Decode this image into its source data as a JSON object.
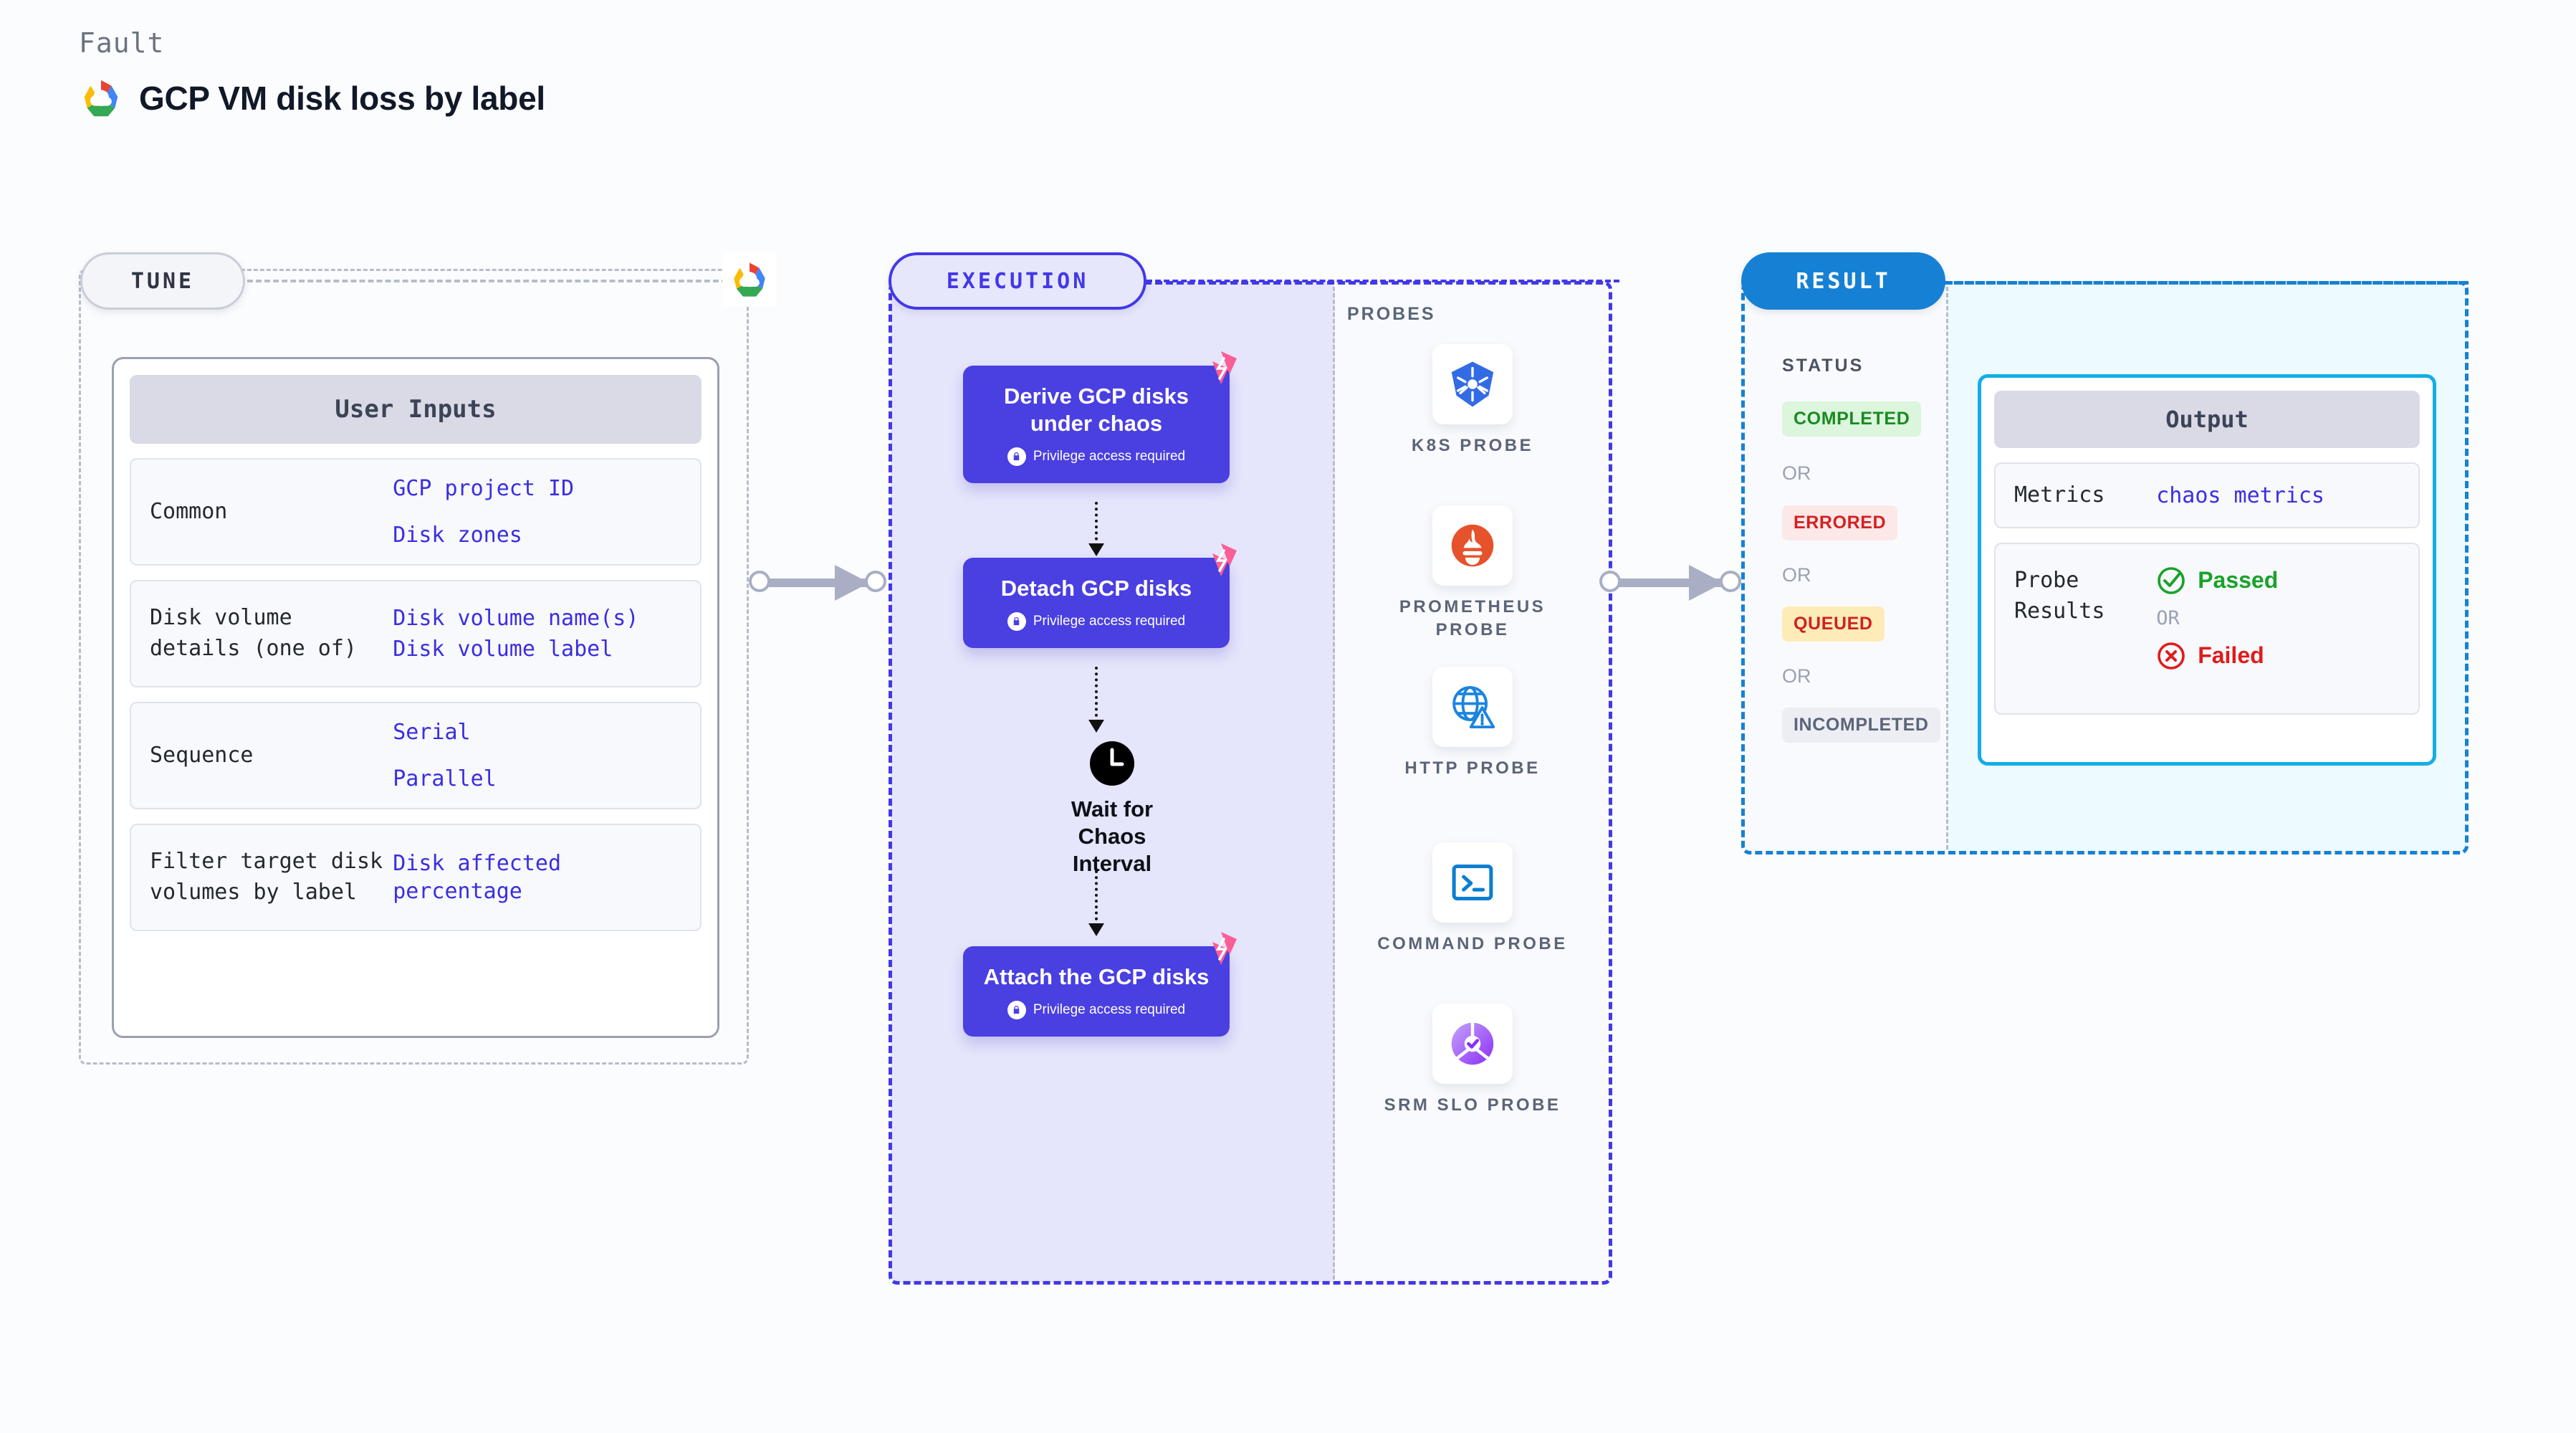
{
  "header": {
    "kicker": "Fault",
    "title": "GCP VM disk loss by label",
    "logo_icon": "gcp-cloud-icon"
  },
  "tune": {
    "pill_label": "TUNE",
    "logo_icon": "gcp-cloud-icon",
    "card_title": "User Inputs",
    "rows": [
      {
        "key": "Common",
        "values": [
          "GCP project ID",
          "Disk zones"
        ]
      },
      {
        "key": "Disk volume details (one of)",
        "values": [
          "Disk volume name(s)",
          "Disk volume label"
        ]
      },
      {
        "key": "Sequence",
        "values": [
          "Serial",
          "Parallel"
        ]
      },
      {
        "key": "Filter target disk volumes by label",
        "values": [
          "Disk affected percentage"
        ]
      }
    ]
  },
  "execution": {
    "pill_label": "EXECUTION",
    "nodes": [
      {
        "title": "Derive GCP disks under chaos",
        "sub": "Privilege access required",
        "lock_icon": "lock-icon",
        "flash_icon": "fault-flash-icon"
      },
      {
        "title": "Detach GCP disks",
        "sub": "Privilege access required",
        "lock_icon": "lock-icon",
        "flash_icon": "fault-flash-icon"
      },
      {
        "title": "Attach the GCP disks",
        "sub": "Privilege access required",
        "lock_icon": "lock-icon",
        "flash_icon": "fault-flash-icon"
      }
    ],
    "wait": {
      "label": "Wait for Chaos Interval",
      "icon": "clock-icon"
    },
    "probes_label": "PROBES",
    "probes": [
      {
        "label": "K8S PROBE",
        "icon": "kubernetes-icon"
      },
      {
        "label": "PROMETHEUS PROBE",
        "icon": "prometheus-icon"
      },
      {
        "label": "HTTP PROBE",
        "icon": "globe-warning-icon"
      },
      {
        "label": "COMMAND PROBE",
        "icon": "terminal-icon"
      },
      {
        "label": "SRM SLO PROBE",
        "icon": "slo-donut-icon"
      }
    ]
  },
  "result": {
    "pill_label": "RESULT",
    "status_label": "STATUS",
    "or_label": "OR",
    "statuses": [
      {
        "label": "COMPLETED",
        "bg": "#dcf5dd",
        "fg": "#1a8a22"
      },
      {
        "label": "ERRORED",
        "bg": "#fde8e8",
        "fg": "#d52020"
      },
      {
        "label": "QUEUED",
        "bg": "#fdebb8",
        "fg": "#cf2121"
      },
      {
        "label": "INCOMPLETED",
        "bg": "#eceef4",
        "fg": "#5c6478"
      }
    ],
    "output": {
      "title": "Output",
      "metrics_key": "Metrics",
      "metrics_value": "chaos metrics",
      "probe_results_key": "Probe Results",
      "passed_label": "Passed",
      "failed_label": "Failed",
      "or_label": "OR",
      "passed_icon": "check-circle-icon",
      "failed_icon": "x-circle-icon"
    }
  },
  "connectors": {
    "tune_to_execution": "arrow-connector",
    "execution_to_result": "arrow-connector"
  }
}
